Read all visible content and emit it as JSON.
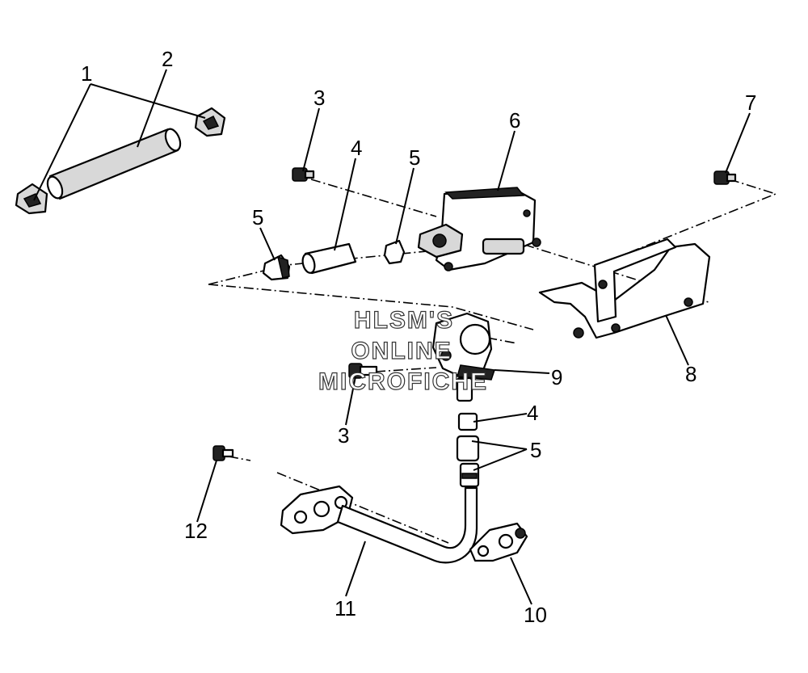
{
  "callouts": {
    "c1": "1",
    "c2": "2",
    "c3a": "3",
    "c4a": "4",
    "c5a": "5",
    "c5b": "5",
    "c6": "6",
    "c7": "7",
    "c8": "8",
    "c9": "9",
    "c3b": "3",
    "c4b": "4",
    "c5c": "5",
    "c12": "12",
    "c11": "11",
    "c10": "10"
  },
  "watermark": {
    "line1": "HLSM'S",
    "line2": "ONLINE",
    "line3": "MICROFICHE"
  }
}
